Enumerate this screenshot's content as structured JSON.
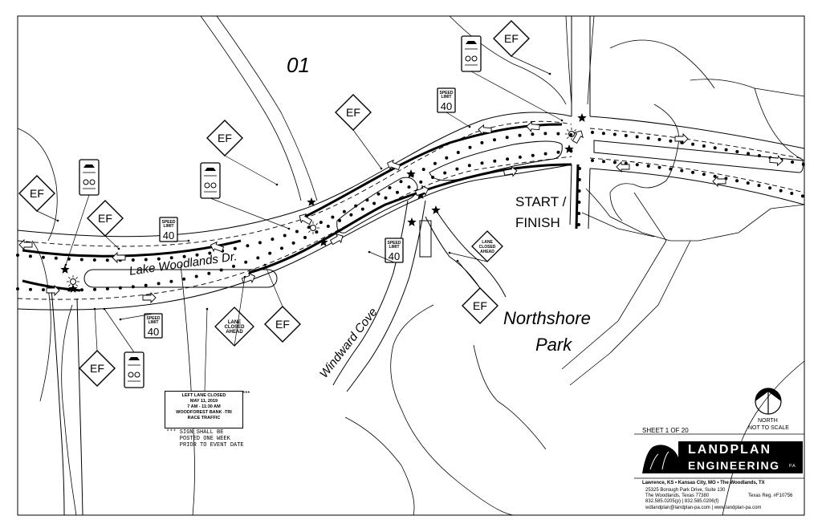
{
  "sheet_id": "01",
  "labels": {
    "road_main": "Lake Woodlands Dr.",
    "road_side": "Windward Cove",
    "start": "START /",
    "finish": "FINISH",
    "park_line1": "Northshore",
    "park_line2": "Park"
  },
  "signs": {
    "ef": "EF",
    "speed_top": "SPEED",
    "speed_mid": "LIMIT",
    "speed_val": "40",
    "lane1": "LANE",
    "lane2": "CLOSED",
    "lane3": "AHEAD"
  },
  "notice": {
    "line1": "LEFT LANE CLOSED",
    "line2": "MAY 11, 2019",
    "line3": "7 AM - 11:30 AM",
    "line4": "WOODFOREST BANK -TRI",
    "line5": "RACE TRAFFIC",
    "stars": "***",
    "note": "*** SIGN SHALL BE\n    POSTED ONE WEEK\n    PRIOR TO EVENT DATE"
  },
  "north": {
    "line1": "NORTH",
    "line2": "NOT TO SCALE"
  },
  "title_block": {
    "sheet": "SHEET 1 OF 20",
    "company1": "LANDPLAN",
    "company2": "ENGINEERING",
    "pa": "P.A.",
    "offices": "Lawrence, KS • Kansas City, MO • The Woodlands, TX",
    "addr1": "25325 Borough Park Drive, Suite 130",
    "addr2": "The Woodlands, Texas 77380",
    "reg": "Texas Reg. #F10756",
    "phone": "832.585.0205(p) | 832.585.0206(f)",
    "web": "wdlandplan@landplan-pa.com | www.landplan-pa.com"
  }
}
